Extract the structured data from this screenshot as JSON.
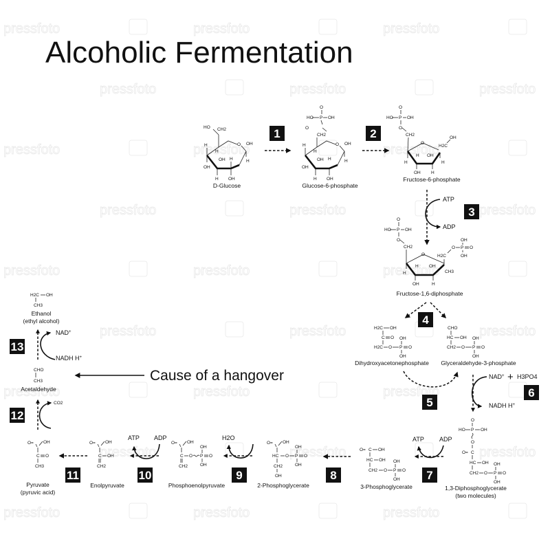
{
  "title": "Alcoholic Fermentation",
  "watermark": "pressfoto",
  "note": "Cause of a hangover",
  "steps": [
    "1",
    "2",
    "3",
    "4",
    "5",
    "6",
    "7",
    "8",
    "9",
    "10",
    "11",
    "12",
    "13"
  ],
  "compounds": {
    "glucose": "D-Glucose",
    "g6p": "Glucose-6-phosphate",
    "f6p": "Fructose-6-phosphate",
    "f16bp": "Fructose-1,6-diphosphate",
    "dhap": "Dihydroxyacetonephosphate",
    "g3p": "Glyceraldehyde-3-phosphate",
    "bpg": "1,3-Diphosphoglycerate",
    "bpg_note": "(two molecules)",
    "pg3": "3-Phosphoglycerate",
    "pg2": "2-Phosphoglycerate",
    "pep": "Phosphoenolpyruvate",
    "enol": "Enolpyruvate",
    "pyruvate": "Pyruvate",
    "pyruvate_note": "(pyruvic acid)",
    "acetaldehyde": "Acetaldehyde",
    "ethanol": "Ethanol",
    "ethanol_note": "(ethyl alcohol)"
  },
  "cofactors": {
    "atp": "ATP",
    "adp": "ADP",
    "nad": "NAD",
    "nadh": "NADH H",
    "plus": "+",
    "h3po4": "H3PO4",
    "h2o": "H2O",
    "co2": "CO2"
  },
  "atoms": {
    "ho": "HO",
    "oh": "OH",
    "h": "H",
    "o": "O",
    "p": "P",
    "ch2": "CH2",
    "ch3": "CH3",
    "h2c": "H2C",
    "cho": "CHO",
    "hc": "HC",
    "c": "C",
    "eq_o": "=O",
    "o_eq": "O="
  }
}
